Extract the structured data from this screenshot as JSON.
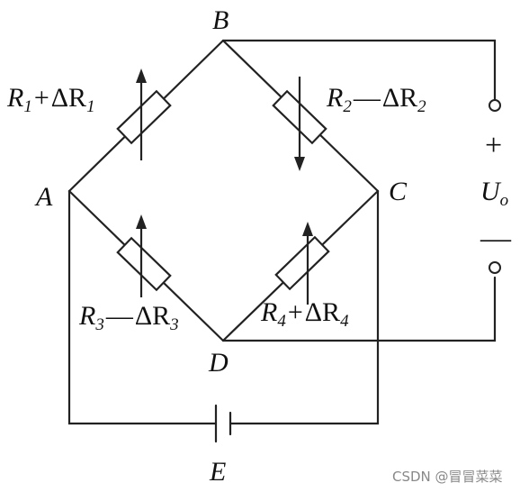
{
  "nodes": {
    "A": "A",
    "B": "B",
    "C": "C",
    "D": "D",
    "E": "E"
  },
  "resistors": {
    "r1": {
      "main": "R",
      "sub": "1",
      "op": "+",
      "delta": "ΔR",
      "dsub": "1"
    },
    "r2": {
      "main": "R",
      "sub": "2",
      "op": "—",
      "delta": "ΔR",
      "dsub": "2"
    },
    "r3": {
      "main": "R",
      "sub": "3",
      "op": "—",
      "delta": "ΔR",
      "dsub": "3"
    },
    "r4": {
      "main": "R",
      "sub": "4",
      "op": "+",
      "delta": "ΔR",
      "dsub": "4"
    }
  },
  "output": {
    "plus": "+",
    "minus": "—",
    "symbol": "U",
    "sub": "o"
  },
  "watermark": "CSDN @冒冒菜菜"
}
